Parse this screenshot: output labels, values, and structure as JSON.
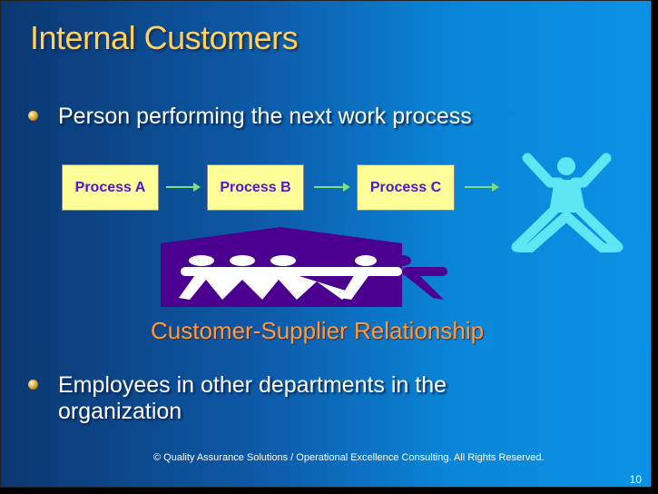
{
  "slide": {
    "title": "Internal Customers",
    "bullets": [
      "Person performing the next work process",
      "Employees in other departments in the organization"
    ],
    "bullet2_lines": [
      "Employees in other departments in the",
      "organization"
    ],
    "processes": [
      "Process A",
      "Process B",
      "Process C"
    ],
    "relationship_label": "Customer-Supplier Relationship",
    "footer": "© Quality Assurance Solutions / Operational Excellence Consulting.  All Rights Reserved.",
    "page_number": "10"
  },
  "colors": {
    "title": "#ffd25a",
    "box": "#ffff99",
    "box_text": "#5a12c8",
    "house": "#4b0090",
    "customer_figure": "#5ee6f5",
    "relationship": "#ff9a3c"
  }
}
